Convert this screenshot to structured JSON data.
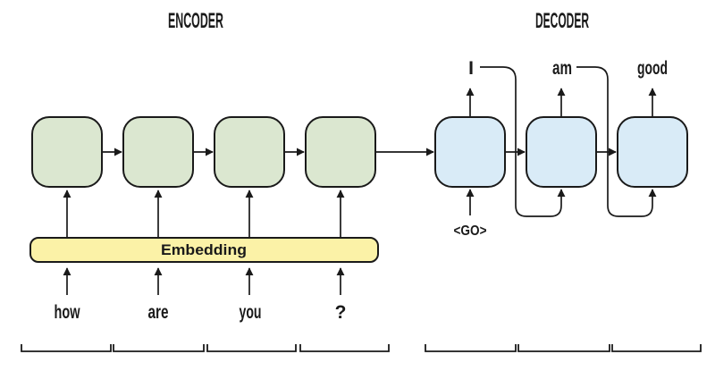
{
  "titles": {
    "encoder": "ENCODER",
    "decoder": "DECODER"
  },
  "embedding_label": "Embedding",
  "encoder_inputs": [
    "how",
    "are",
    "you",
    "?"
  ],
  "decoder_outputs": [
    "I",
    "am",
    "good"
  ],
  "start_token": "<GO>",
  "colors": {
    "encoder_cell": "#dbe7d0",
    "decoder_cell": "#d9ebf7",
    "embedding_bar": "#fbf2a7",
    "stroke": "#1a1a1a"
  }
}
